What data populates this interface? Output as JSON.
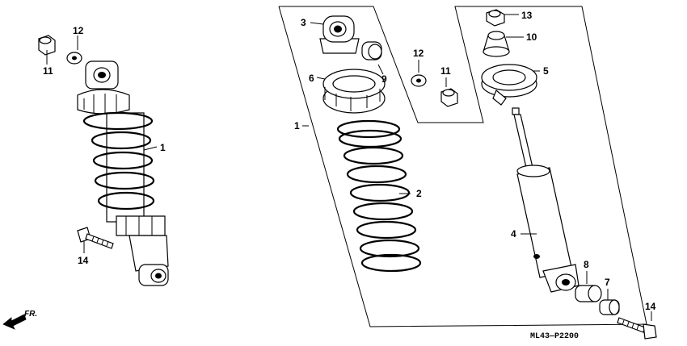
{
  "diagram_code": "ML43—P2200",
  "front_indicator": "FR.",
  "callouts": {
    "left_nut": "11",
    "left_washer": "12",
    "left_assembly": "1",
    "left_bolt": "14",
    "upper_rubber": "3",
    "spring_seat": "6",
    "upper_collar": "9",
    "center_washer": "12",
    "center_nut": "11",
    "assembly_group": "1",
    "spring": "2",
    "top_nut": "13",
    "bump_rubber": "10",
    "stopper": "5",
    "damper": "4",
    "lower_bushing": "8",
    "lower_collar": "7",
    "right_bolt": "14"
  },
  "colors": {
    "line": "#000000",
    "background": "#ffffff"
  }
}
